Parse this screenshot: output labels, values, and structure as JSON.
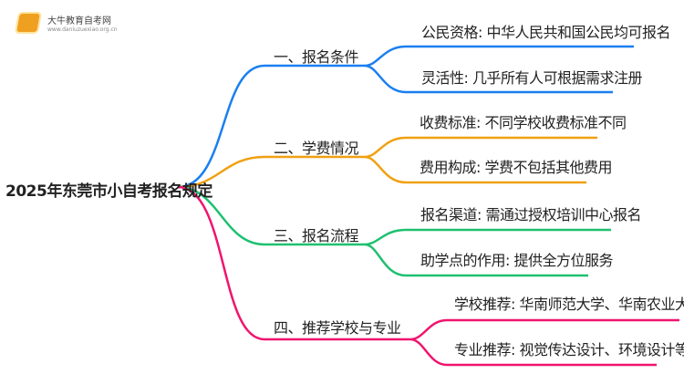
{
  "logo": {
    "name": "大牛教育自考网",
    "url": "www.daniuzuexiao.org.cn"
  },
  "root": "2025年东莞市小自考报名规定",
  "colors": {
    "b1": "#1a7ff0",
    "b2": "#f0a010",
    "b3": "#1ec070",
    "b4": "#f0146e"
  },
  "branches": [
    {
      "label": "一、报名条件",
      "leaves": [
        "公民资格: 中华人民共和国公民均可报名",
        "灵活性: 几乎所有人可根据需求注册"
      ]
    },
    {
      "label": "二、学费情况",
      "leaves": [
        "收费标准: 不同学校收费标准不同",
        "费用构成: 学费不包括其他费用"
      ]
    },
    {
      "label": "三、报名流程",
      "leaves": [
        "报名渠道: 需通过授权培训中心报名",
        "助学点的作用: 提供全方位服务"
      ]
    },
    {
      "label": "四、推荐学校与专业",
      "leaves": [
        "学校推荐: 华南师范大学、华南农业大学等",
        "专业推荐: 视觉传达设计、环境设计等"
      ]
    }
  ]
}
